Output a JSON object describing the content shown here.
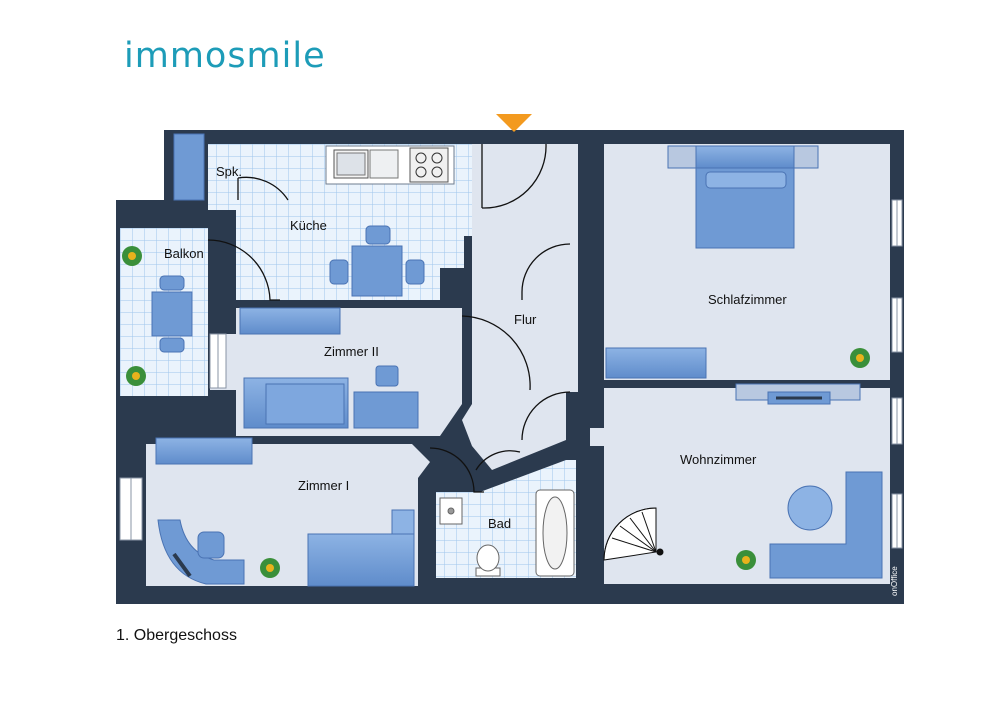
{
  "brand": {
    "logo_text": "immosmile",
    "logo_color": "#1d9cb8"
  },
  "floor_label": "1. Obergeschoss",
  "rooms": {
    "speisekammer": "Spk.",
    "kueche": "Küche",
    "balkon": "Balkon",
    "zimmer2": "Zimmer II",
    "flur": "Flur",
    "schlafzimmer": "Schlafzimmer",
    "zimmer1": "Zimmer I",
    "bad": "Bad",
    "wohnzimmer": "Wohnzimmer"
  },
  "watermark": "onOffice",
  "colors": {
    "wall": "#2b3a4e",
    "floor": "#dfe5ef",
    "tile": "#e8f2fb",
    "tile_line": "#9fc6ec",
    "furniture": "#6f9ad4",
    "furniture_dark": "#4a73b3",
    "entrance": "#f39a1f"
  }
}
